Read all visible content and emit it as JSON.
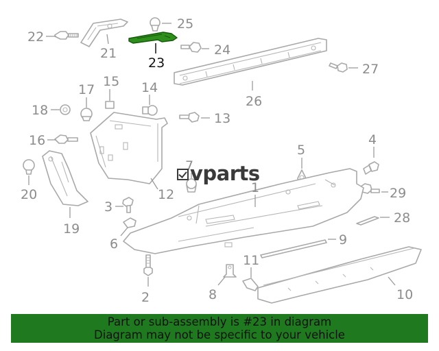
{
  "diagram": {
    "callouts": [
      "1",
      "2",
      "3",
      "4",
      "5",
      "6",
      "7",
      "8",
      "9",
      "10",
      "11",
      "12",
      "13",
      "14",
      "15",
      "16",
      "17",
      "18",
      "19",
      "20",
      "21",
      "22",
      "23",
      "24",
      "25",
      "26",
      "27",
      "28",
      "29"
    ],
    "highlighted_callout": "23",
    "highlight_color": "#2f8f1c"
  },
  "logo": {
    "text": "vparts"
  },
  "banner": {
    "line1": "Part or sub-assembly is #23 in diagram",
    "line2": "Diagram may not be specific to your vehicle",
    "background": "#1f7a1f"
  }
}
